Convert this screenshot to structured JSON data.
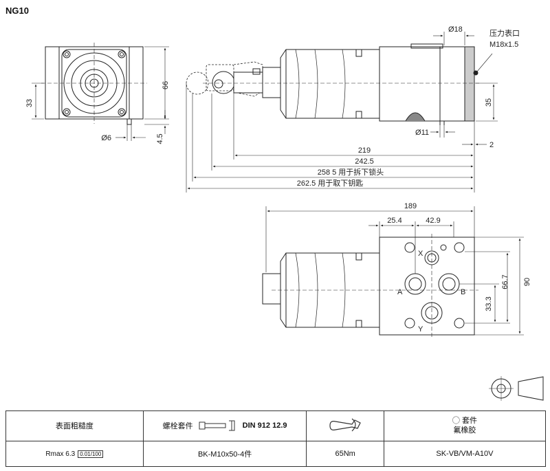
{
  "title": "NG10",
  "dimensions": {
    "d66": "66",
    "d33_left": "33",
    "d6": "Ø6",
    "d4_5": "4.5",
    "d18": "Ø18",
    "port_label_1": "压力表口",
    "port_label_2": "M18x1.5",
    "d35": "35",
    "d11": "Ø11",
    "d2": "2",
    "d219": "219",
    "d242_5": "242.5",
    "d258_5": "258 5",
    "d258_5_note": "用于拆下锁头",
    "d262_5": "262.5",
    "d262_5_note": "用于取下钥匙",
    "d189": "189",
    "d25_4": "25.4",
    "d42_9": "42.9",
    "d90": "90",
    "d66_7": "66.7",
    "d33_3": "33.3"
  },
  "ports": {
    "x": "X",
    "a": "A",
    "b": "B",
    "y": "Y"
  },
  "table": {
    "surface_title": "表面粗糙度",
    "surface_rz": "Rmax 6.3",
    "surface_flat": "0.01/100",
    "bolt_title": "螺栓套件",
    "bolt_std": "DIN 912 12.9",
    "bolt_value": "BK-M10x50-4件",
    "torque_value": "65Nm",
    "seal_title": "套件",
    "seal_sub": "氟橡胶",
    "seal_value": "SK-VB/VM-A10V"
  }
}
